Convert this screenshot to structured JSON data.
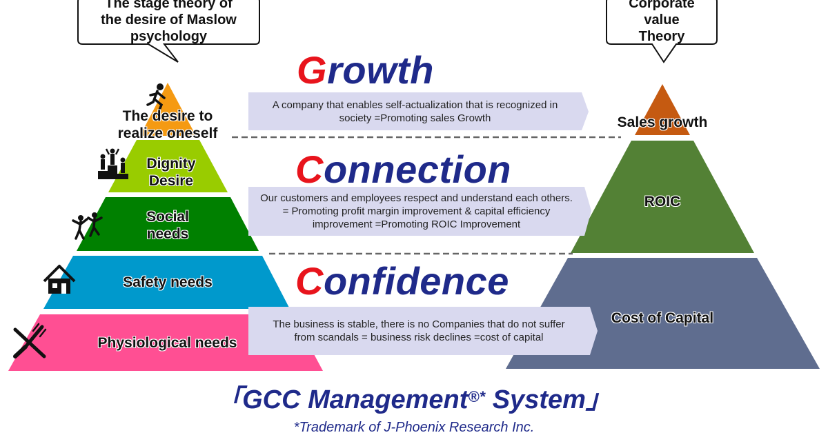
{
  "callouts": {
    "left": [
      "The stage theory of",
      "the desire of Maslow",
      "psychology"
    ],
    "right": [
      "Corporate",
      "value",
      "Theory"
    ]
  },
  "maslow": {
    "layers": [
      {
        "label": "The desire to realize oneself",
        "color": "#f59a12",
        "icon": "runner-icon"
      },
      {
        "label": "Dignity Desire",
        "color": "#99cc00",
        "icon": "podium-icon"
      },
      {
        "label": "Social needs",
        "color": "#008000",
        "icon": "dancing-people-icon"
      },
      {
        "label": "Safety needs",
        "color": "#0099cc",
        "icon": "house-icon"
      },
      {
        "label": "Physiological needs",
        "color": "#ff4f93",
        "icon": "fork-knife-icon"
      }
    ]
  },
  "value_pyramid": {
    "layers": [
      {
        "label": "Sales growth",
        "color": "#c55a11"
      },
      {
        "label": "ROIC",
        "color": "#538135"
      },
      {
        "label": "Cost of Capital",
        "color": "#5f6d8f"
      }
    ]
  },
  "gcc": [
    {
      "initial": "G",
      "rest": "rowth",
      "description": "A company that enables self-actualization that is recognized in society =Promoting sales Growth"
    },
    {
      "initial": "C",
      "rest": "onnection",
      "description": "Our customers and employees respect and understand each others.  = Promoting profit margin improvement & capital efficiency improvement =Promoting ROIC Improvement"
    },
    {
      "initial": "C",
      "rest": "onfidence",
      "description": "The business is stable, there is no Companies that do not suffer from scandals = business risk declines =cost of capital"
    }
  ],
  "title": {
    "open": "「",
    "text": "GCC  Management",
    "mark": "®*",
    "suffix": " System",
    "close": "」"
  },
  "trademark": "*Trademark of J-Phoenix Research Inc."
}
